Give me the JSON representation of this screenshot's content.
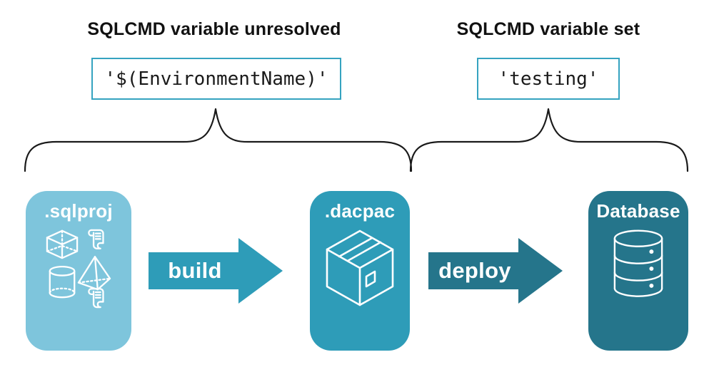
{
  "diagram": {
    "title_left": "SQLCMD variable unresolved",
    "code_left": "'$(EnvironmentName)'",
    "title_right": "SQLCMD variable set",
    "code_right": "'testing'"
  },
  "pipeline": {
    "stages": [
      {
        "label": ".sqlproj",
        "icon": "sql-project-objects-icon"
      },
      {
        "label": ".dacpac",
        "icon": "package-box-icon"
      },
      {
        "label": "Database",
        "icon": "database-cylinder-icon"
      }
    ],
    "arrows": [
      {
        "label": "build"
      },
      {
        "label": "deploy"
      }
    ]
  },
  "colors": {
    "sqlproj_card": "#7EC5DC",
    "dacpac_card": "#2E9CB8",
    "database_card": "#25758B",
    "build_arrow": "#2E9CB8",
    "deploy_arrow": "#25758B",
    "code_box_border": "#35A3C0",
    "text": "#111111",
    "background": "#FFFFFF"
  }
}
